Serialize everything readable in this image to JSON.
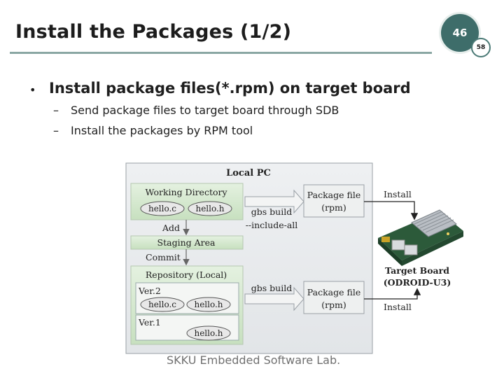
{
  "slide": {
    "title": "Install the Packages (1/2)",
    "page_number": "46",
    "page_total": "58",
    "bullet": "Install package files(*.rpm) on target board",
    "sub_items": [
      "Send package files to target board through SDB",
      "Install the packages by RPM tool"
    ],
    "footer": "SKKU Embedded Software Lab."
  },
  "diagram": {
    "local_pc": "Local PC",
    "working_directory": "Working Directory",
    "file_c": "hello.c",
    "file_h": "hello.h",
    "add": "Add",
    "staging_area": "Staging Area",
    "commit": "Commit",
    "repository": "Repository (Local)",
    "ver2": "Ver.2",
    "ver1": "Ver.1",
    "gbs_build": "gbs build",
    "include_all": "--include-all",
    "package_file": "Package file",
    "rpm": "(rpm)",
    "install": "Install",
    "target_board": "Target Board",
    "target_board_model": "(ODROID-U3)"
  },
  "colors": {
    "accent": "#3e6d6a",
    "title_rule": "#8aa7a3",
    "box_fill": "#cfe5c9",
    "ellipse_fill": "#e6e6e6"
  }
}
